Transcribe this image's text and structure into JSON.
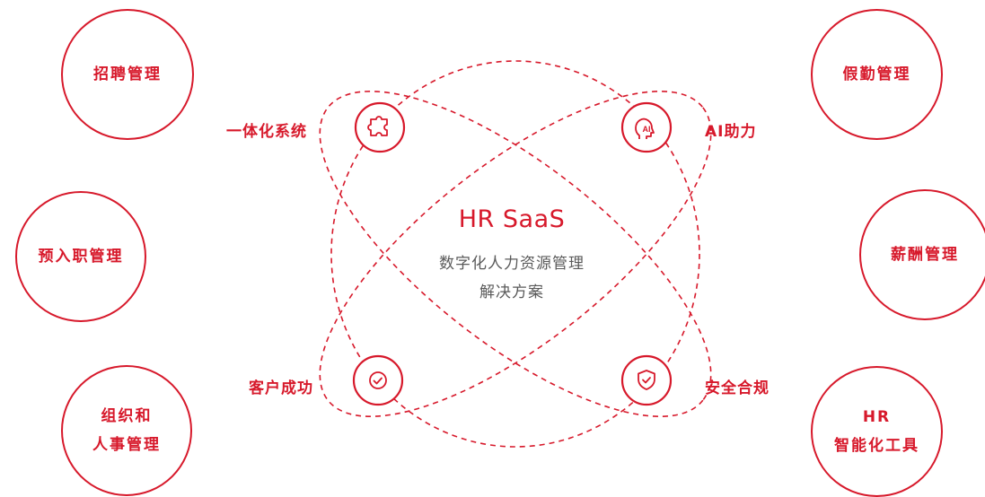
{
  "center": {
    "title": "HR SaaS",
    "subtitle_line1": "数字化人力资源管理",
    "subtitle_line2": "解决方案"
  },
  "modules_left": [
    {
      "lines": [
        "招聘管理"
      ]
    },
    {
      "lines": [
        "预入职管理"
      ]
    },
    {
      "lines": [
        "组织和",
        "人事管理"
      ]
    }
  ],
  "modules_right": [
    {
      "lines": [
        "假勤管理"
      ]
    },
    {
      "lines": [
        "薪酬管理"
      ]
    },
    {
      "lines": [
        "HR",
        "智能化工具"
      ]
    }
  ],
  "features": {
    "integrated": {
      "label": "一体化系统",
      "icon": "puzzle-icon"
    },
    "ai": {
      "label": "AI助力",
      "icon": "ai-head-icon",
      "icon_text": "AI"
    },
    "success": {
      "label": "客户成功",
      "icon": "check-circle-icon"
    },
    "security": {
      "label": "安全合规",
      "icon": "shield-check-icon"
    }
  },
  "colors": {
    "accent": "#d7192b",
    "subtitle_text": "#5a5a5a",
    "background": "#ffffff"
  }
}
